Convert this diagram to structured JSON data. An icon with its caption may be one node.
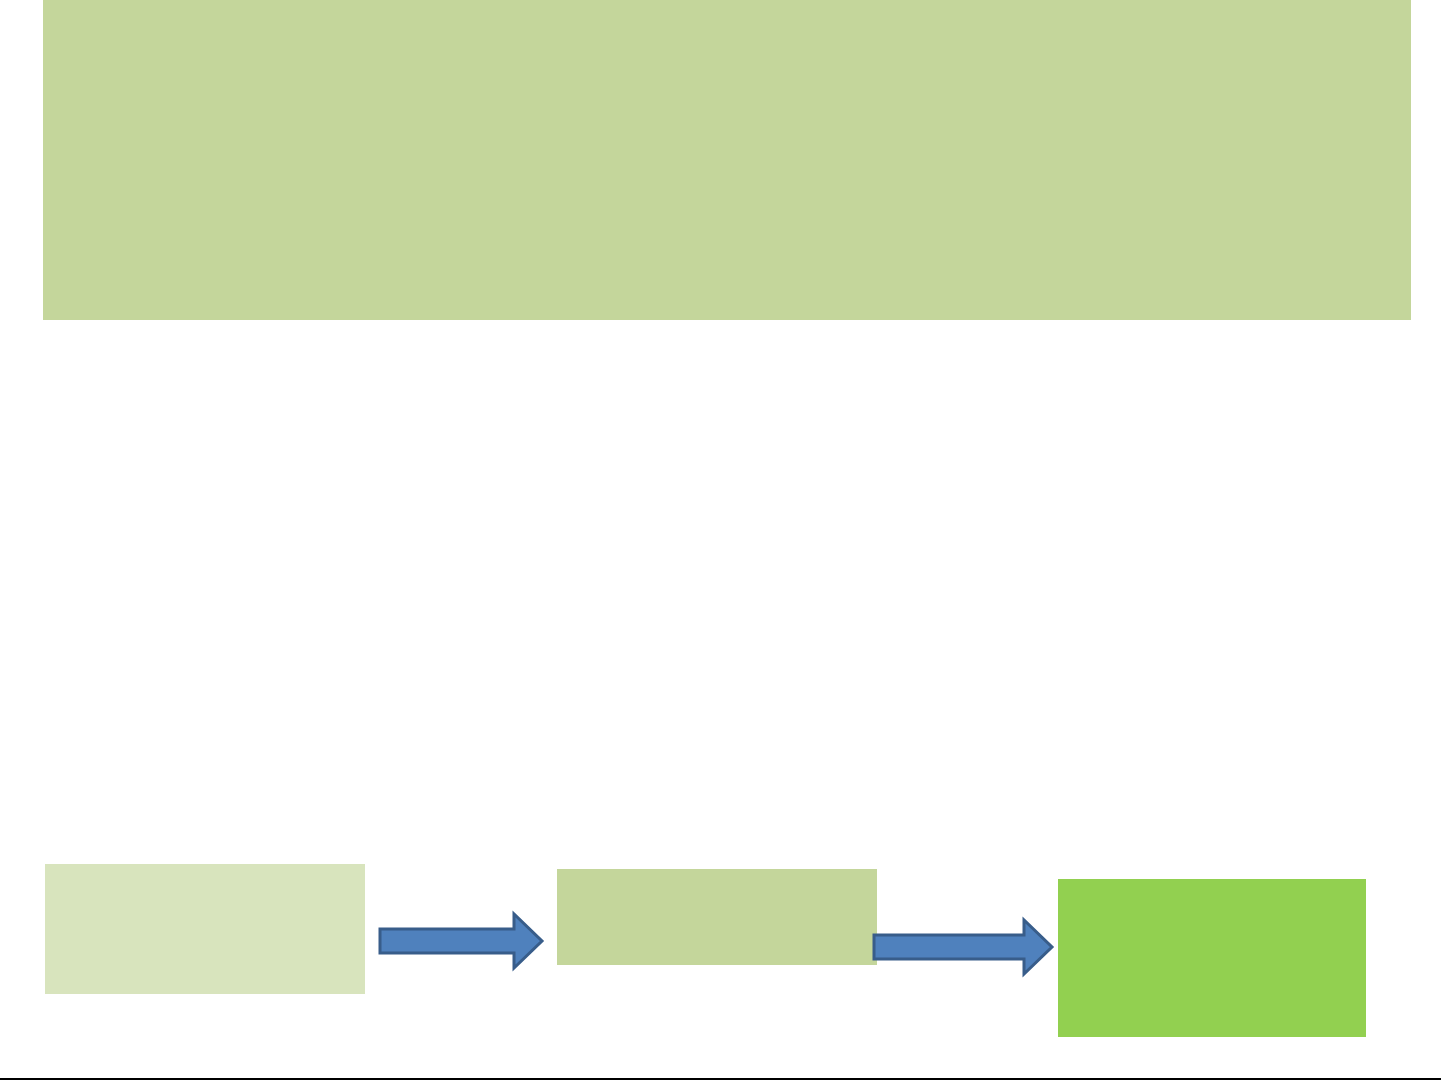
{
  "diagram": {
    "nodes": [
      {
        "text": [],
        "shape": "box"
      },
      {
        "text": [],
        "shape": "box"
      },
      {
        "text": [],
        "shape": "box"
      },
      {
        "text": [],
        "shape": "box"
      }
    ],
    "edges": [
      {
        "from": 1,
        "to": 2,
        "arrow": "to"
      },
      {
        "from": 2,
        "to": 3,
        "arrow": "to"
      }
    ]
  }
}
